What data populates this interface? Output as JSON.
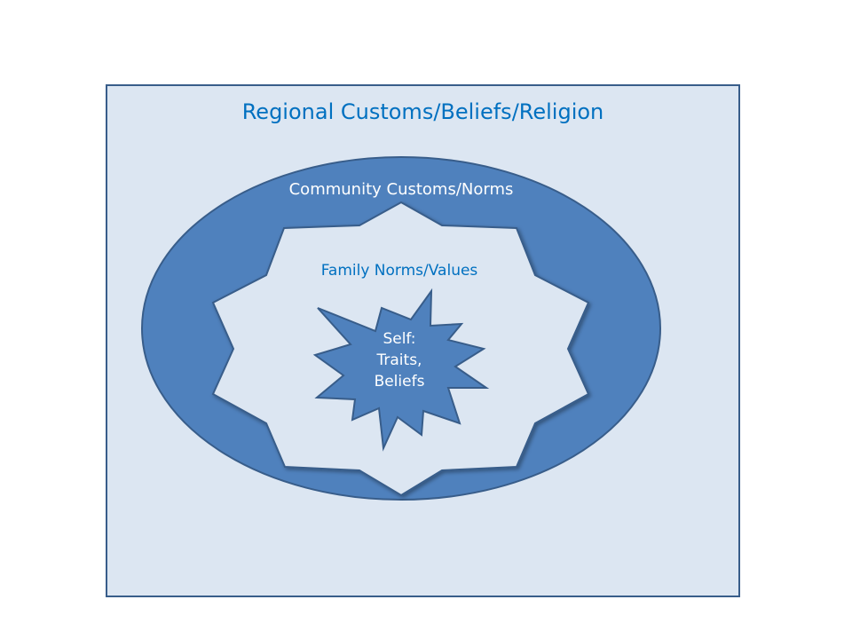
{
  "colors": {
    "background": "#dce6f2",
    "shape_fill": "#4f81bd",
    "shape_stroke": "#385d8a",
    "title_text": "#0070c0"
  },
  "diagram": {
    "title": "Regional Customs/Beliefs/Religion",
    "community_label": "Community Customs/Norms",
    "family_label": "Family Norms/Values",
    "self_label": {
      "line1": "Self:",
      "line2": "Traits,",
      "line3": "Beliefs"
    }
  }
}
